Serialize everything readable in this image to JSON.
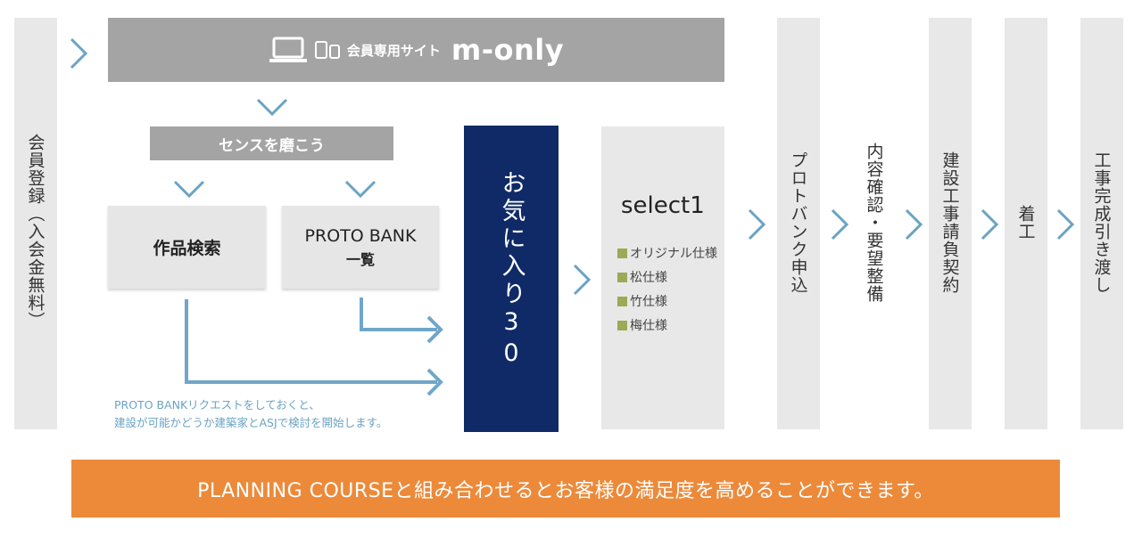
{
  "header": {
    "label": "会員専用サイト",
    "brand": "m-only"
  },
  "sense_label": "センスを磨こう",
  "search_box": "作品検索",
  "proto_bank_box": {
    "line1": "PROTO BANK",
    "line2": "一覧"
  },
  "favorite": {
    "text": "お気に入り30"
  },
  "select": {
    "title": "select1",
    "options": [
      "オリジナル仕様",
      "松仕様",
      "竹仕様",
      "梅仕様"
    ]
  },
  "note": {
    "line1": "PROTO BANKリクエストをしておくと、",
    "line2": "建設が可能かどうか建築家とASJで検討を開始します。"
  },
  "steps": {
    "register": "会員登録（入会金無料）",
    "proto_bank_apply": "プロトバンク申込",
    "confirm": "内容確認・要望整備",
    "contract": "建設工事請負契約",
    "start": "着工",
    "completion": "工事完成引き渡し"
  },
  "banner": "PLANNING COURSEと組み合わせるとお客様の満足度を高めることができます。",
  "colors": {
    "navy": "#0f2a66",
    "orange": "#ec8a3a",
    "gray_bar": "#a4a4a4",
    "arrow_blue": "#6aa3c4",
    "option_square": "#9aaa55"
  }
}
